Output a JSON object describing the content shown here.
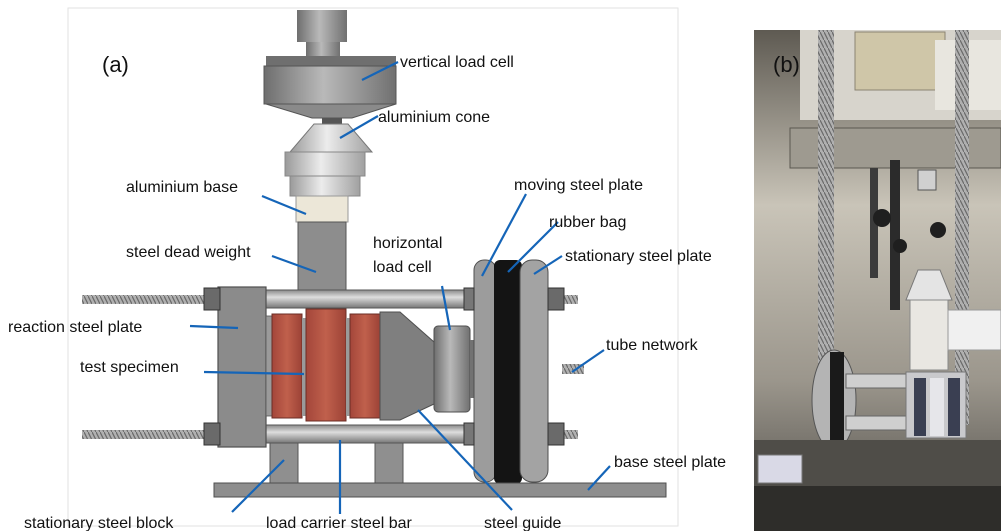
{
  "panels": {
    "a": "(a)",
    "b": "(b)"
  },
  "labels": {
    "vertical_load_cell": "vertical load cell",
    "aluminium_cone": "aluminium cone",
    "aluminium_base": "aluminium base",
    "steel_dead_weight": "steel dead weight",
    "horizontal_load_cell_1": "horizontal",
    "horizontal_load_cell_2": "load cell",
    "moving_steel_plate": "moving steel plate",
    "rubber_bag": "rubber bag",
    "stationary_steel_plate": "stationary steel plate",
    "reaction_steel_plate": "reaction steel plate",
    "test_specimen": "test specimen",
    "tube_network": "tube network",
    "base_steel_plate": "base steel plate",
    "stationary_steel_block": "stationary steel block",
    "load_carrier_steel_bar": "load carrier steel bar",
    "steel_guide": "steel guide"
  },
  "colors": {
    "leader": "#1565b8",
    "specimen": "#b5503f",
    "steel": "#8e8e8e",
    "rubber": "#111111"
  }
}
